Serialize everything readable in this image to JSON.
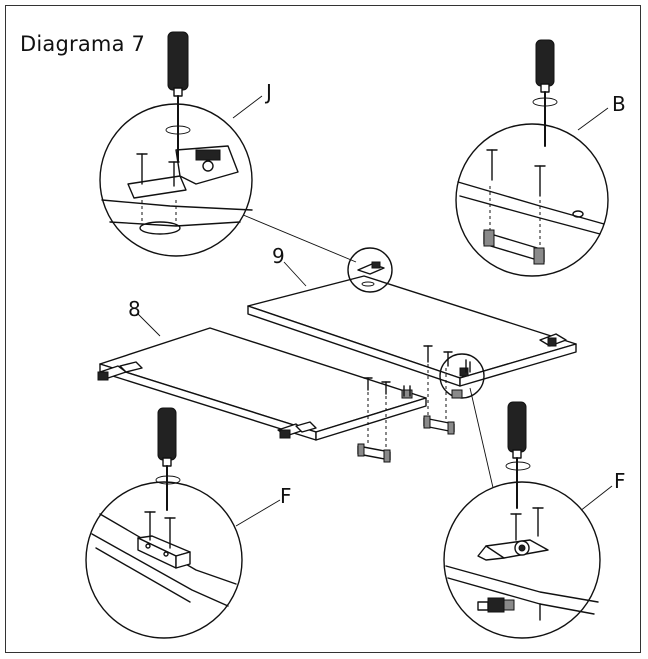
{
  "diagram": {
    "title": "Diagrama 7",
    "callouts": {
      "j": "J",
      "b": "B",
      "f_left": "F",
      "f_right": "F"
    },
    "parts": {
      "panel_8": "8",
      "panel_9": "9"
    }
  }
}
